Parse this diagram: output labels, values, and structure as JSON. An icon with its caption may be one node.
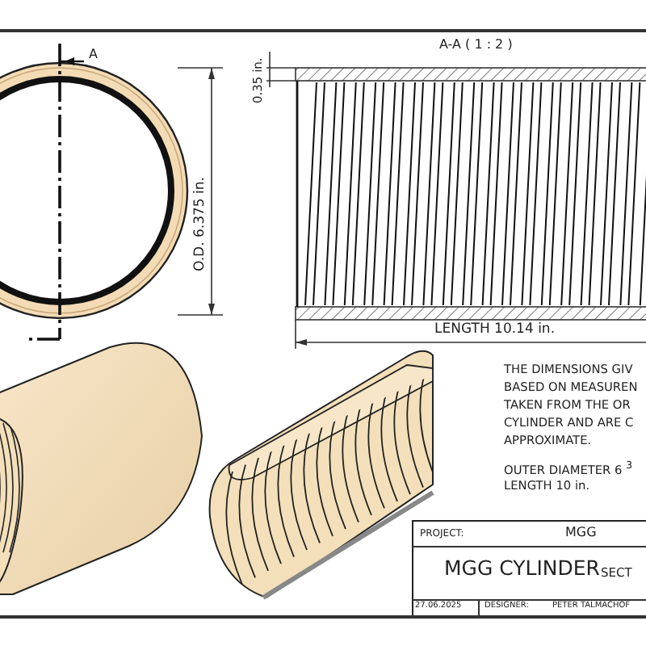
{
  "diagram": {
    "labels": [
      "A",
      "A-A ( 1 : 2 )",
      "0.35 in.",
      "O.D. 6.375 in.",
      "LENGTH 10.14 in.",
      "THE DIMENSIONS GIV BASED ON MEASUREN TAKEN FROM THE OR CYLINDER AND ARE C APPROXIMATE.",
      "OUTER DIAMETER 6 $^{3}$",
      "LENGTH 10 in.",
      "PROJECT:",
      "MGG",
      "MGG CYLINDER",
      "SECT",
      "27.06.2025",
      "DESIGNER:",
      "PETER TALMACHOF"
    ]
  }
}
